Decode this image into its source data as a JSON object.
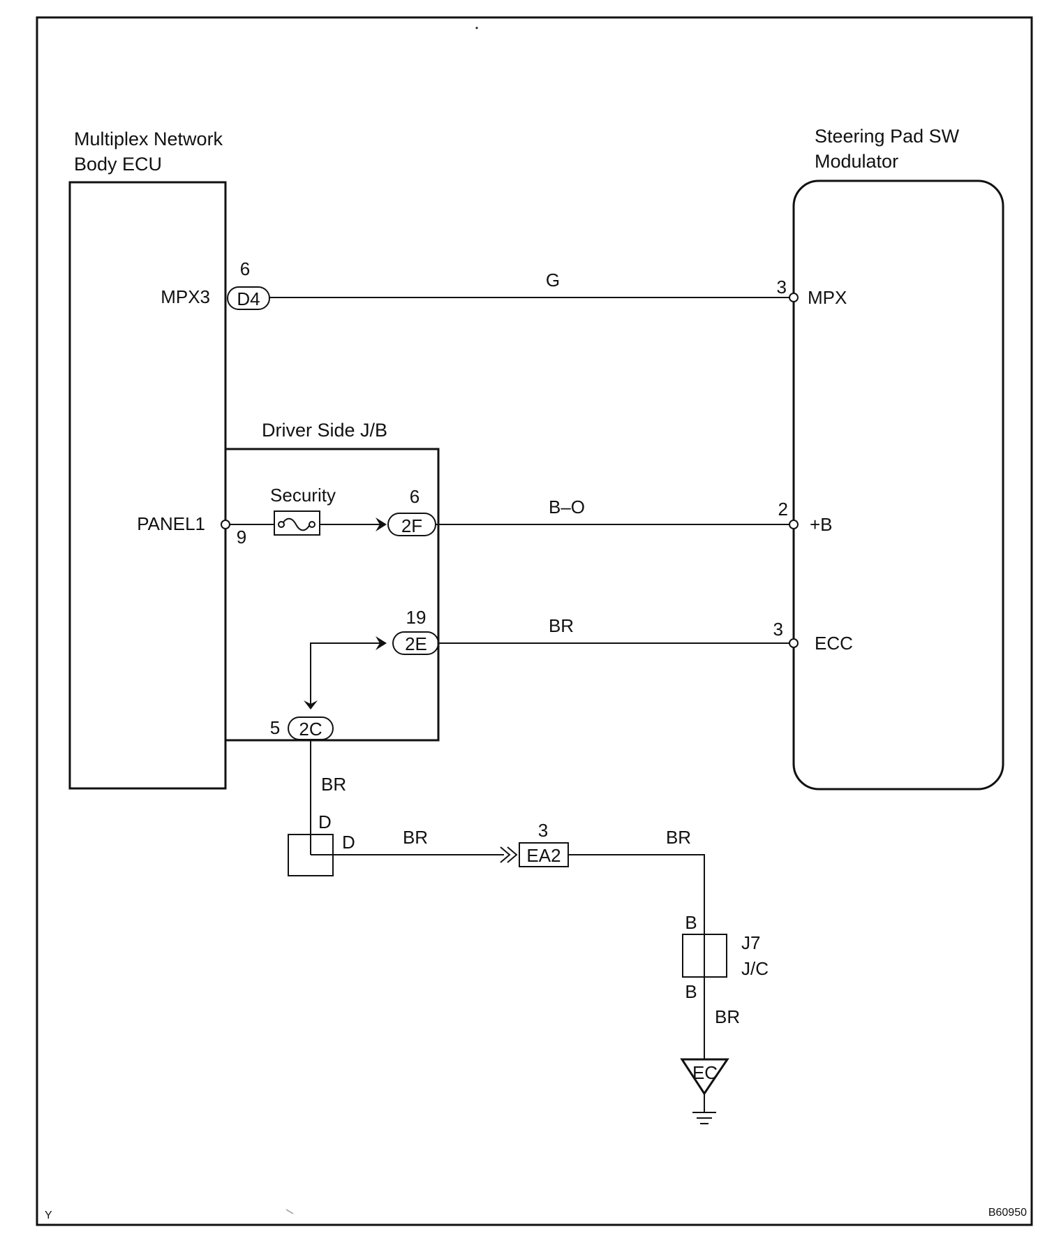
{
  "components": {
    "ecu": {
      "line1": "Multiplex Network",
      "line2": "Body ECU",
      "pin_mpx3": "MPX3",
      "pin_panel1": "PANEL1"
    },
    "modulator": {
      "line1": "Steering Pad SW",
      "line2": "Modulator",
      "pin_mpx": "MPX",
      "pin_b": "+B",
      "pin_ecc": "ECC"
    },
    "junction_block": {
      "label": "Driver Side J/B"
    },
    "fuse": {
      "label": "Security"
    },
    "junction_connector": {
      "code": "J7",
      "label": "J/C"
    },
    "ground": {
      "label": "EC"
    }
  },
  "connectors": {
    "d4": {
      "code": "D4",
      "pin": "6"
    },
    "c2f": {
      "code": "2F",
      "pin": "6"
    },
    "c2e": {
      "code": "2E",
      "pin": "19"
    },
    "c2c": {
      "code": "2C",
      "pin": "5"
    },
    "ea2": {
      "code": "EA2",
      "pin": "3"
    }
  },
  "pins": {
    "panel1": "9",
    "mod_mpx": "3",
    "mod_b": "2",
    "mod_ecc": "3"
  },
  "wires": {
    "mpx": "G",
    "power": "B–O",
    "ecc": "BR",
    "jb_down": "BR",
    "d_to_ea2": "BR",
    "ea2_to_j7": "BR",
    "j7_to_ground": "BR"
  },
  "splice": {
    "top_label": "D",
    "side_label": "D"
  },
  "j7_pins": {
    "top": "B",
    "bottom": "B"
  },
  "corner": {
    "left": "Y",
    "right": "B60950"
  }
}
